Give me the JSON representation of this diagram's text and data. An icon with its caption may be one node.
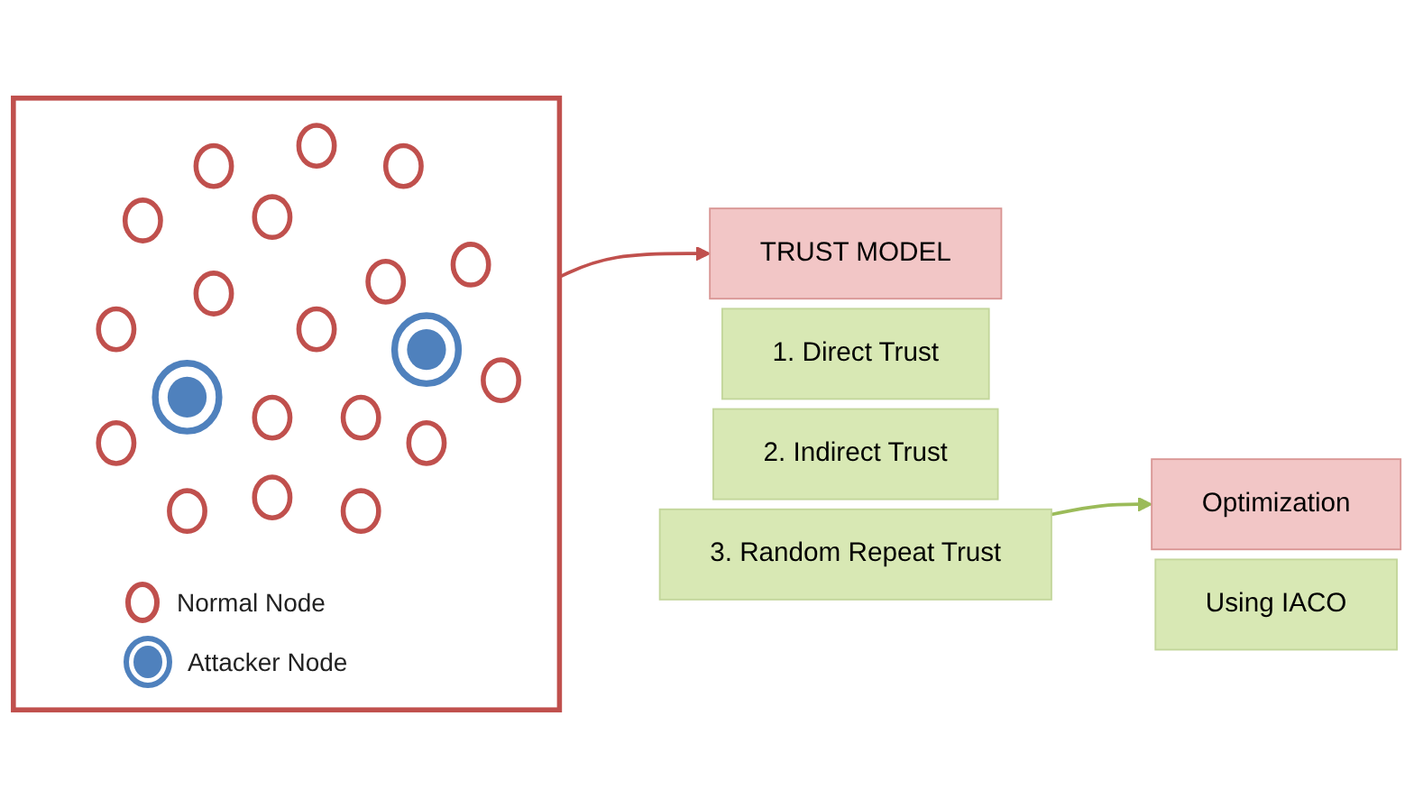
{
  "diagram": {
    "nodes": [
      {
        "text": [],
        "shape": "picture"
      },
      {
        "text": [
          "TRUST MODEL"
        ]
      },
      {
        "text": [
          "1. Direct Trust"
        ]
      },
      {
        "text": [
          "2. Indirect Trust"
        ]
      },
      {
        "text": [
          "3. Random Repeat Trust"
        ]
      },
      {
        "text": [
          "Optimization"
        ]
      },
      {
        "text": [
          "Using IACO"
        ]
      }
    ],
    "edges": [
      {
        "from": 0,
        "to": 1,
        "arrow": "to",
        "color": "#c0504d"
      },
      {
        "from": 4,
        "to": 5,
        "arrow": "to",
        "color": "#9bbb59"
      }
    ],
    "legend": [
      {
        "text": "Normal Node"
      },
      {
        "text": "Attacker Node"
      }
    ]
  }
}
